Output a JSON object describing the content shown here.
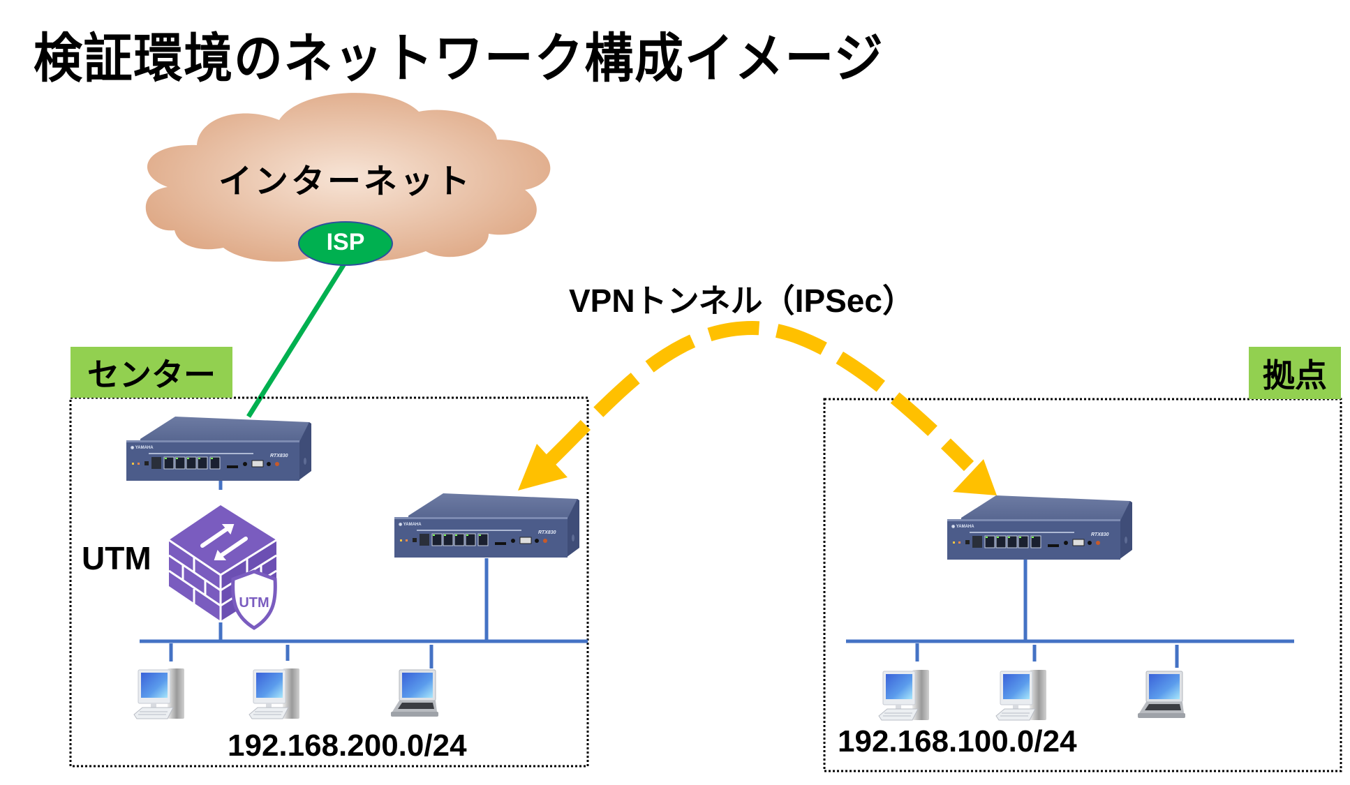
{
  "title": "検証環境のネットワーク構成イメージ",
  "internet": {
    "label": "インターネット",
    "isp_label": "ISP",
    "cloud_color": "#e0aa88",
    "isp_color": "#00b050",
    "uplink_color": "#00b050"
  },
  "vpn": {
    "label": "VPNトンネル（IPSec）",
    "color": "#ffc000",
    "direction": "bidirectional"
  },
  "sites": [
    {
      "id": "center",
      "label": "センター",
      "subnet": "192.168.200.0/24",
      "devices": [
        {
          "type": "router",
          "model": "RTX830",
          "vendor": "YAMAHA",
          "role": "internet-gateway"
        },
        {
          "type": "utm",
          "label": "UTM",
          "badge": "UTM"
        },
        {
          "type": "router",
          "model": "RTX830",
          "vendor": "YAMAHA",
          "role": "vpn-router"
        },
        {
          "type": "desktop-pc"
        },
        {
          "type": "desktop-pc"
        },
        {
          "type": "laptop"
        }
      ]
    },
    {
      "id": "branch",
      "label": "拠点",
      "subnet": "192.168.100.0/24",
      "devices": [
        {
          "type": "router",
          "model": "RTX830",
          "vendor": "YAMAHA",
          "role": "vpn-router"
        },
        {
          "type": "desktop-pc"
        },
        {
          "type": "desktop-pc"
        },
        {
          "type": "laptop"
        }
      ]
    }
  ],
  "colors": {
    "site_label_bg": "#92d050",
    "lan_line": "#4472c4",
    "utm_purple": "#7a5cbf",
    "router_body": "#4a5a86"
  }
}
